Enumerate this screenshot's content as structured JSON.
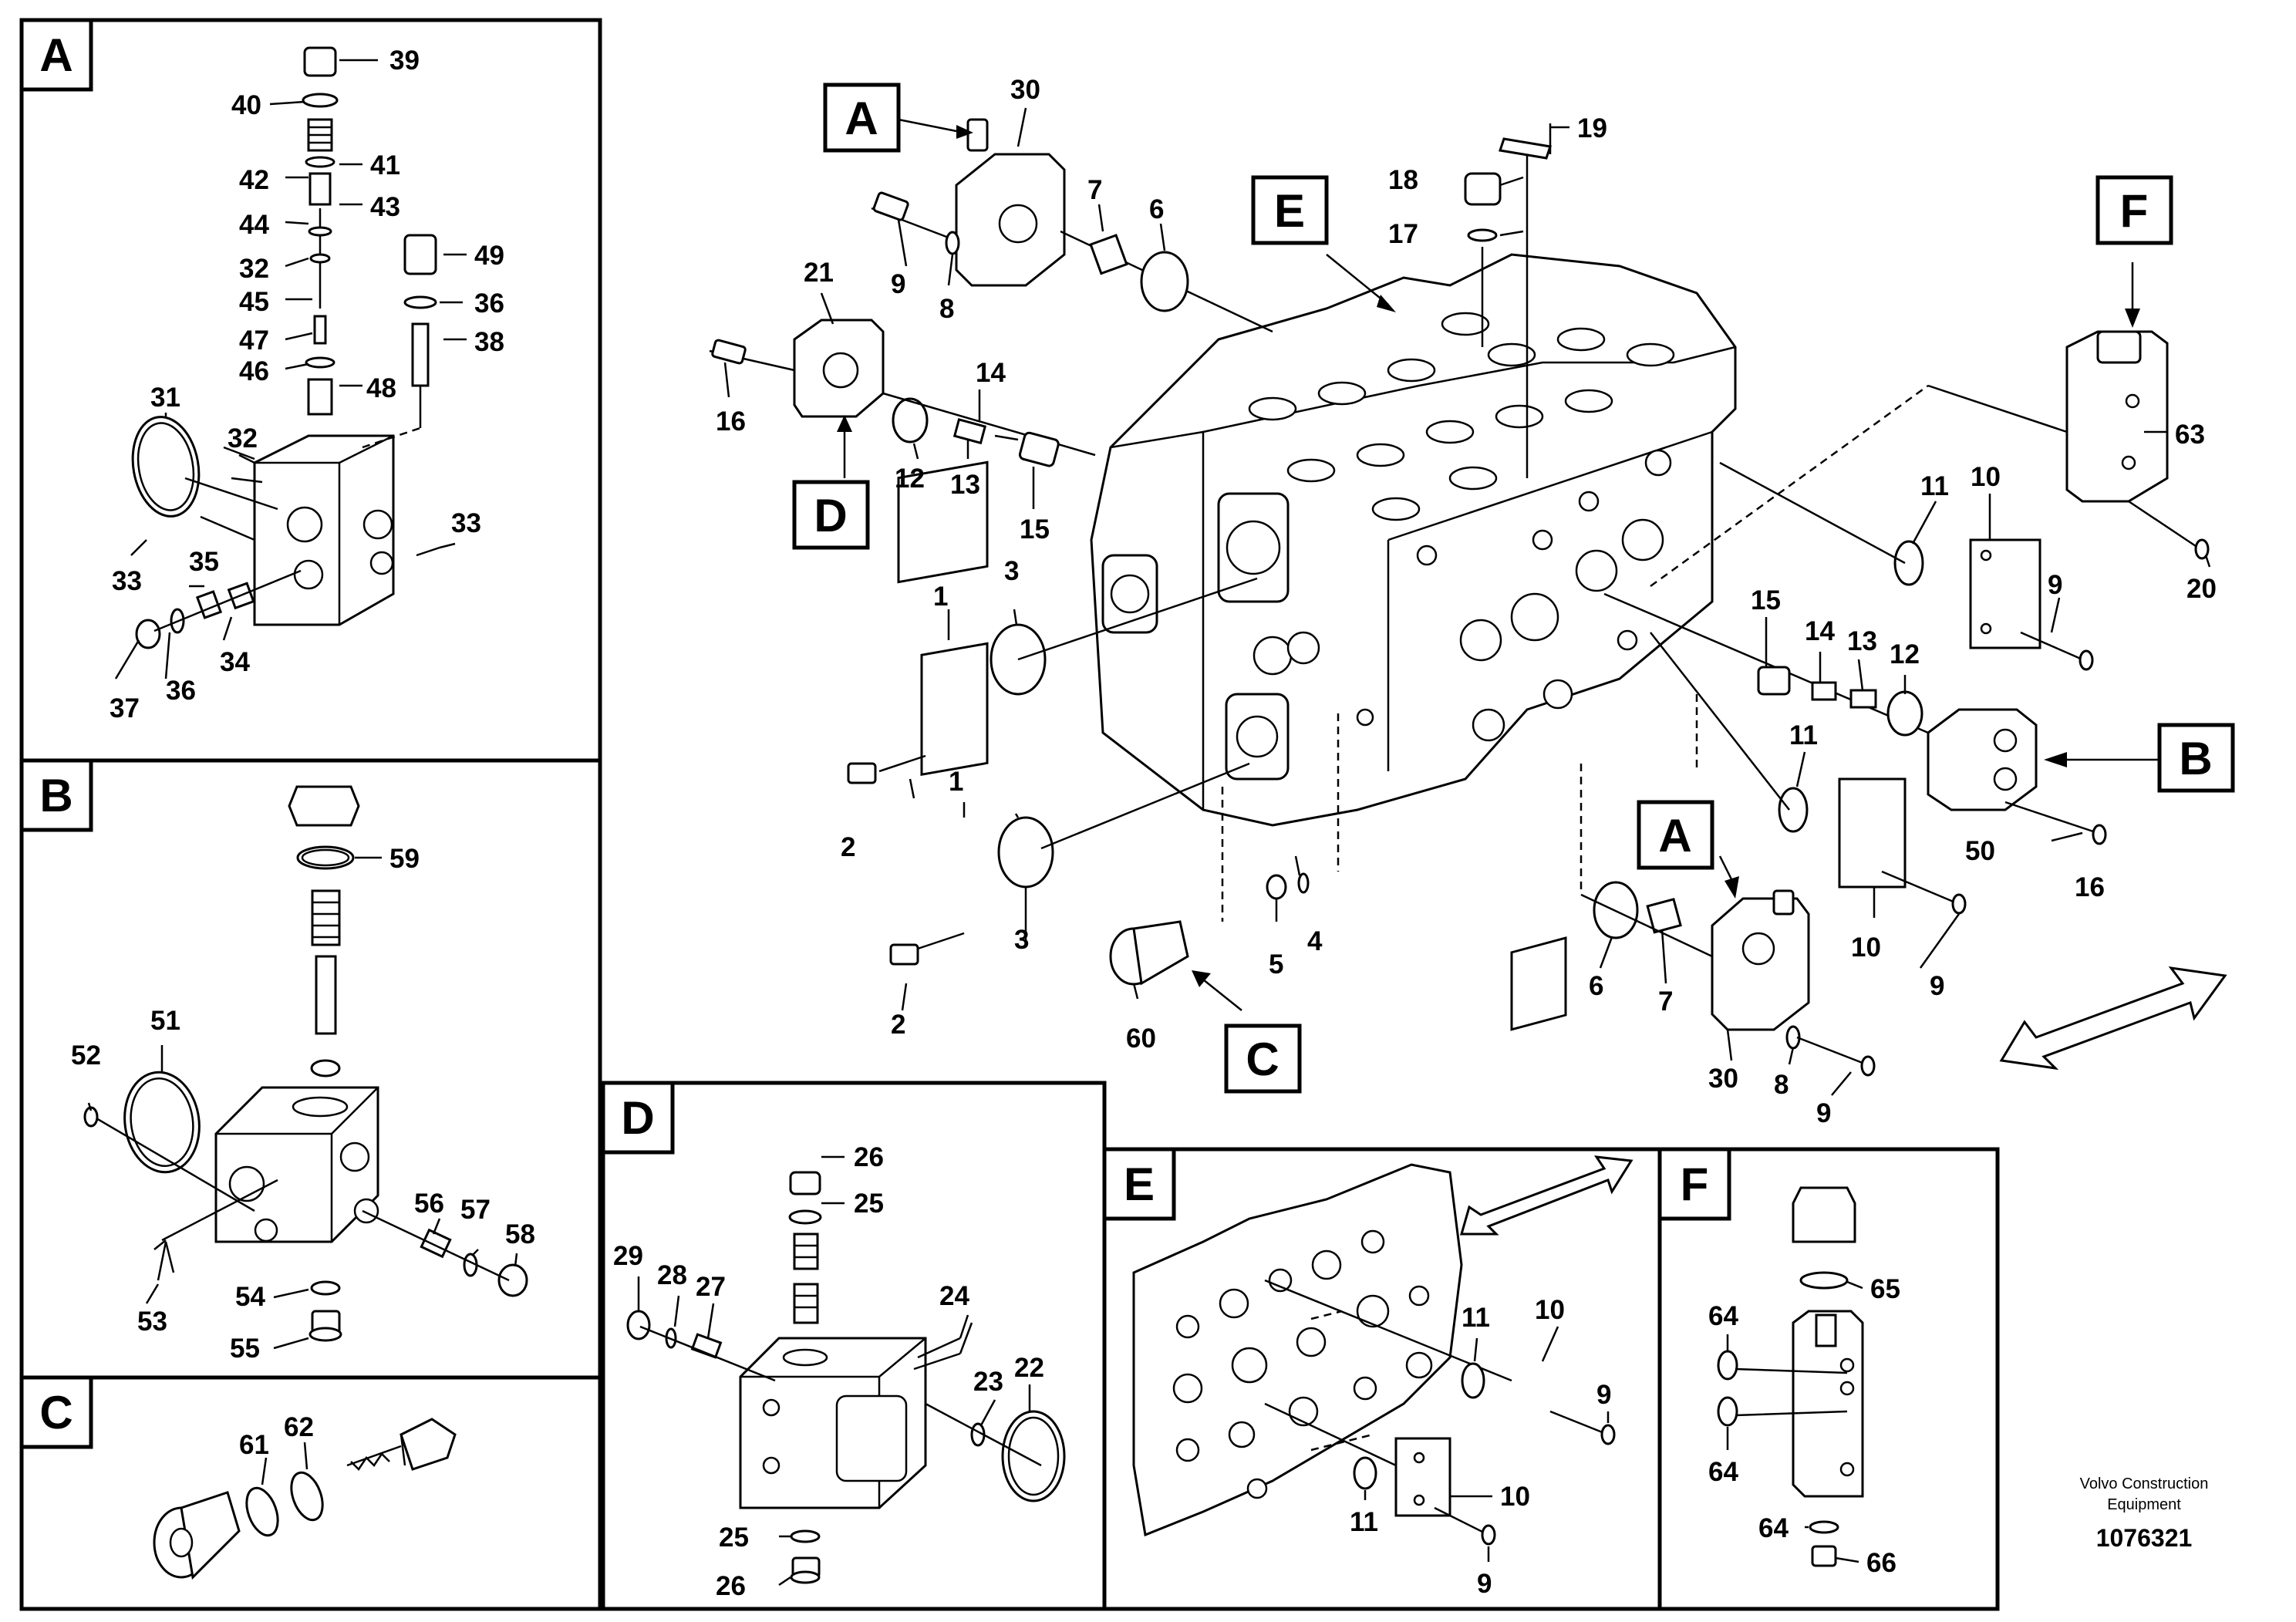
{
  "panels": {
    "A": {
      "letter": "A",
      "labels": [
        "39",
        "40",
        "41",
        "42",
        "43",
        "44",
        "32",
        "49",
        "45",
        "36",
        "38",
        "47",
        "46",
        "48",
        "31",
        "32",
        "33",
        "33",
        "35",
        "34",
        "37",
        "36"
      ]
    },
    "B": {
      "letter": "B",
      "labels": [
        "59",
        "51",
        "52",
        "56",
        "57",
        "58",
        "53",
        "54",
        "55"
      ]
    },
    "C": {
      "letter": "C",
      "labels": [
        "61",
        "62"
      ]
    },
    "D": {
      "letter": "D",
      "labels": [
        "26",
        "25",
        "29",
        "28",
        "27",
        "24",
        "23",
        "22",
        "25",
        "26"
      ]
    },
    "E": {
      "letter": "E",
      "labels": [
        "11",
        "10",
        "9",
        "11",
        "10",
        "9"
      ]
    },
    "F": {
      "letter": "F",
      "labels": [
        "65",
        "64",
        "64",
        "64",
        "66"
      ]
    }
  },
  "main": {
    "callouts": [
      "A",
      "E",
      "F",
      "D",
      "B",
      "A",
      "C"
    ],
    "labels": [
      "30",
      "7",
      "6",
      "19",
      "18",
      "17",
      "9",
      "8",
      "21",
      "14",
      "16",
      "12",
      "13",
      "15",
      "63",
      "11",
      "10",
      "9",
      "20",
      "1",
      "3",
      "15",
      "14",
      "13",
      "12",
      "2",
      "11",
      "1",
      "50",
      "16",
      "3",
      "5",
      "4",
      "2",
      "6",
      "7",
      "10",
      "9",
      "60",
      "30",
      "8",
      "9"
    ]
  },
  "footer": {
    "line1": "Volvo Construction",
    "line2": "Equipment",
    "ref": "1076321"
  }
}
